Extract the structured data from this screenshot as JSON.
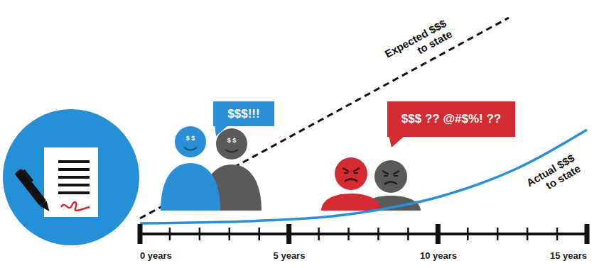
{
  "diagram": {
    "nodes": [
      {
        "text": [
          "$$$!!!"
        ]
      },
      {
        "text": [
          "$$$ ?? @#$%! ??"
        ]
      }
    ],
    "labels": [
      "Expected $$$ to state",
      "$ $",
      "$ $",
      "Actual $$$ to state",
      "0 years",
      "5 years",
      "10 years",
      "15 years"
    ]
  }
}
